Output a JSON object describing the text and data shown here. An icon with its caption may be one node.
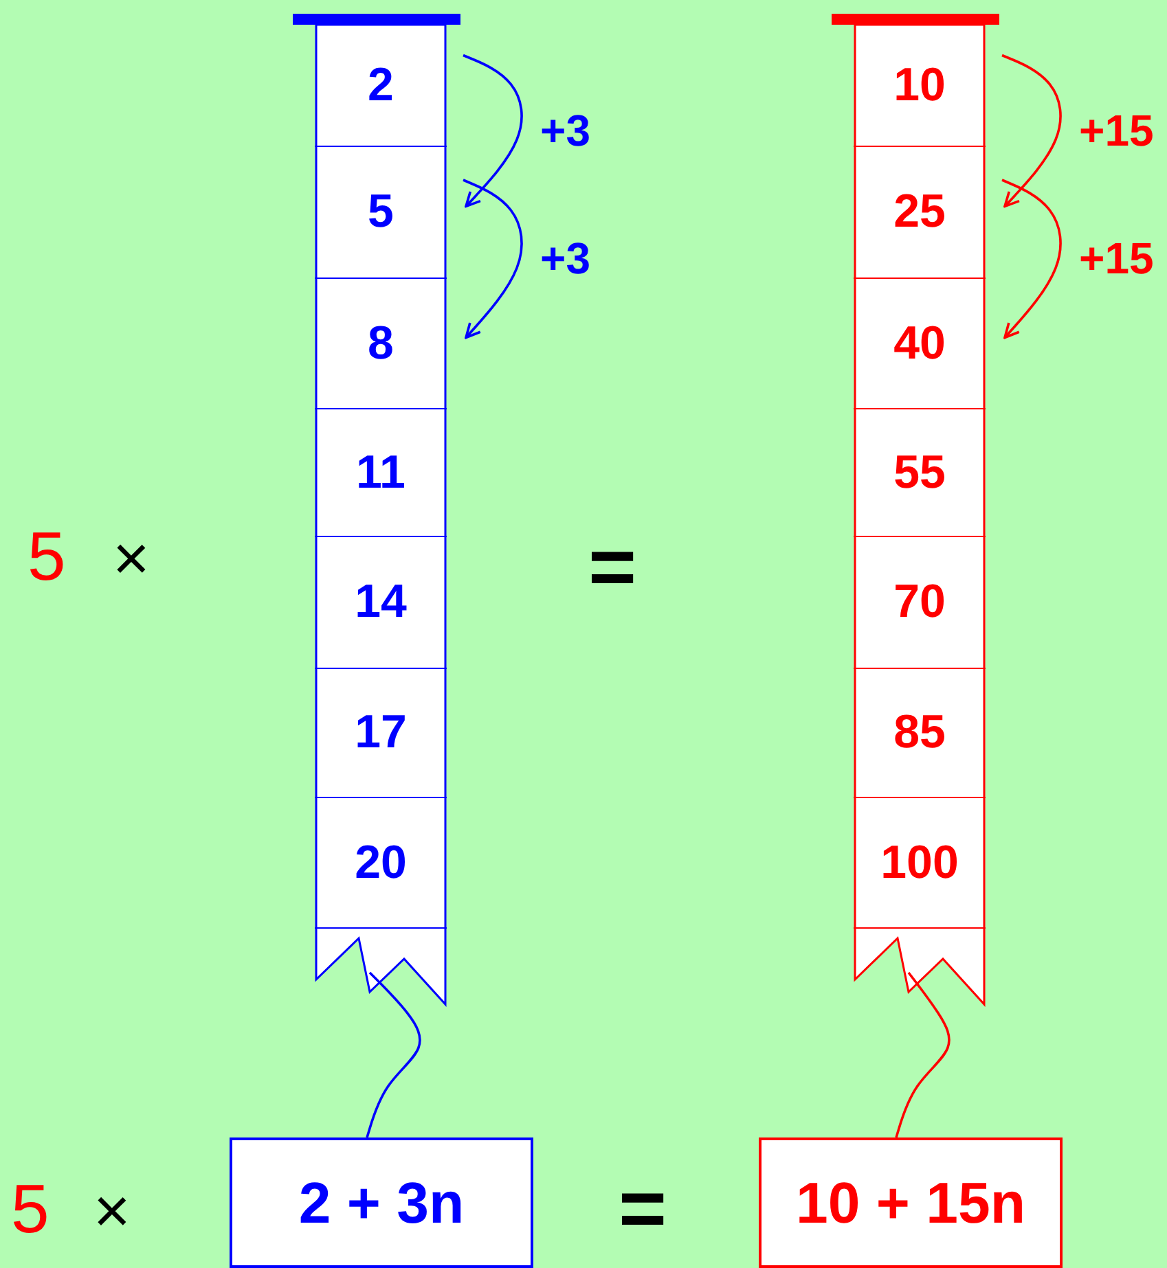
{
  "diagram": {
    "nodes": [
      {
        "text": [],
        "shape": "box"
      },
      {
        "text": [
          "2"
        ],
        "in": 0
      },
      {
        "text": [
          "5"
        ],
        "in": 0
      },
      {
        "text": [
          "8"
        ],
        "in": 0
      },
      {
        "text": [
          "11"
        ],
        "in": 0
      },
      {
        "text": [
          "14"
        ],
        "in": 0
      },
      {
        "text": [
          "17"
        ],
        "in": 0
      },
      {
        "text": [
          "20"
        ],
        "in": 0
      },
      {
        "text": [],
        "shape": "box"
      },
      {
        "text": [
          "10"
        ],
        "in": 8
      },
      {
        "text": [
          "25"
        ],
        "in": 8
      },
      {
        "text": [
          "40"
        ],
        "in": 8
      },
      {
        "text": [
          "55"
        ],
        "in": 8
      },
      {
        "text": [
          "70"
        ],
        "in": 8
      },
      {
        "text": [
          "85"
        ],
        "in": 8
      },
      {
        "text": [
          "100"
        ],
        "in": 8
      },
      {
        "text": [
          "2 + 3n"
        ]
      },
      {
        "text": [
          "10 + 15n"
        ]
      }
    ],
    "edges": [
      {
        "from": 1,
        "to": 2,
        "arrow": "to",
        "label": "+3",
        "color": "#0000ff"
      },
      {
        "from": 2,
        "to": 3,
        "arrow": "to",
        "label": "+3",
        "color": "#0000ff"
      },
      {
        "from": 9,
        "to": 10,
        "arrow": "to",
        "label": "+15",
        "color": "#ff0000"
      },
      {
        "from": 10,
        "to": 11,
        "arrow": "to",
        "label": "+15",
        "color": "#ff0000"
      },
      {
        "from": 16,
        "to": 0,
        "arrow": "none",
        "color": "#0000ff"
      },
      {
        "from": 17,
        "to": 8,
        "arrow": "none",
        "color": "#ff0000"
      }
    ],
    "labels": [
      "5",
      "×",
      "=",
      "5",
      "×",
      "="
    ]
  }
}
